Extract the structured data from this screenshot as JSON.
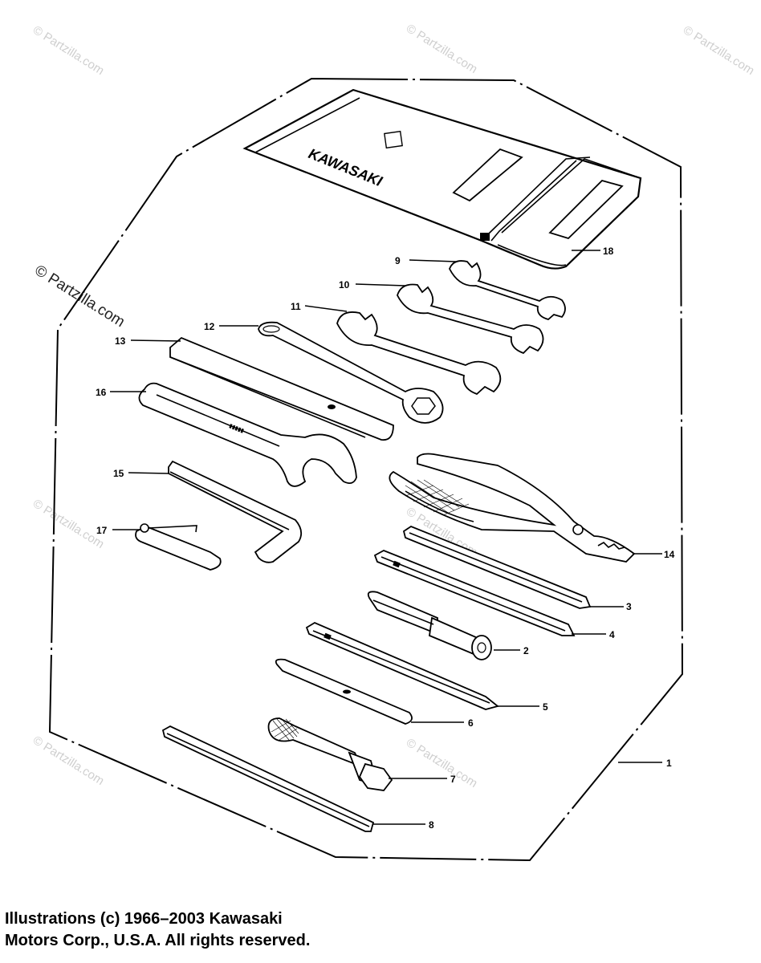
{
  "brand_text": "KAWASAKI",
  "watermarks": [
    "© Partzilla.com",
    "© Partzilla.com",
    "© Partzilla.com",
    "© Partzilla.com",
    "© Partzilla.com",
    "© Partzilla.com",
    "© Partzilla.com",
    "© Partzilla.com"
  ],
  "callouts": [
    "1",
    "2",
    "3",
    "4",
    "5",
    "6",
    "7",
    "8",
    "9",
    "10",
    "11",
    "12",
    "13",
    "14",
    "15",
    "16",
    "17",
    "18"
  ],
  "copyright": {
    "line1": "Illustrations (c) 1966–2003 Kawasaki",
    "line2": "Motors Corp., U.S.A.  All rights reserved."
  }
}
